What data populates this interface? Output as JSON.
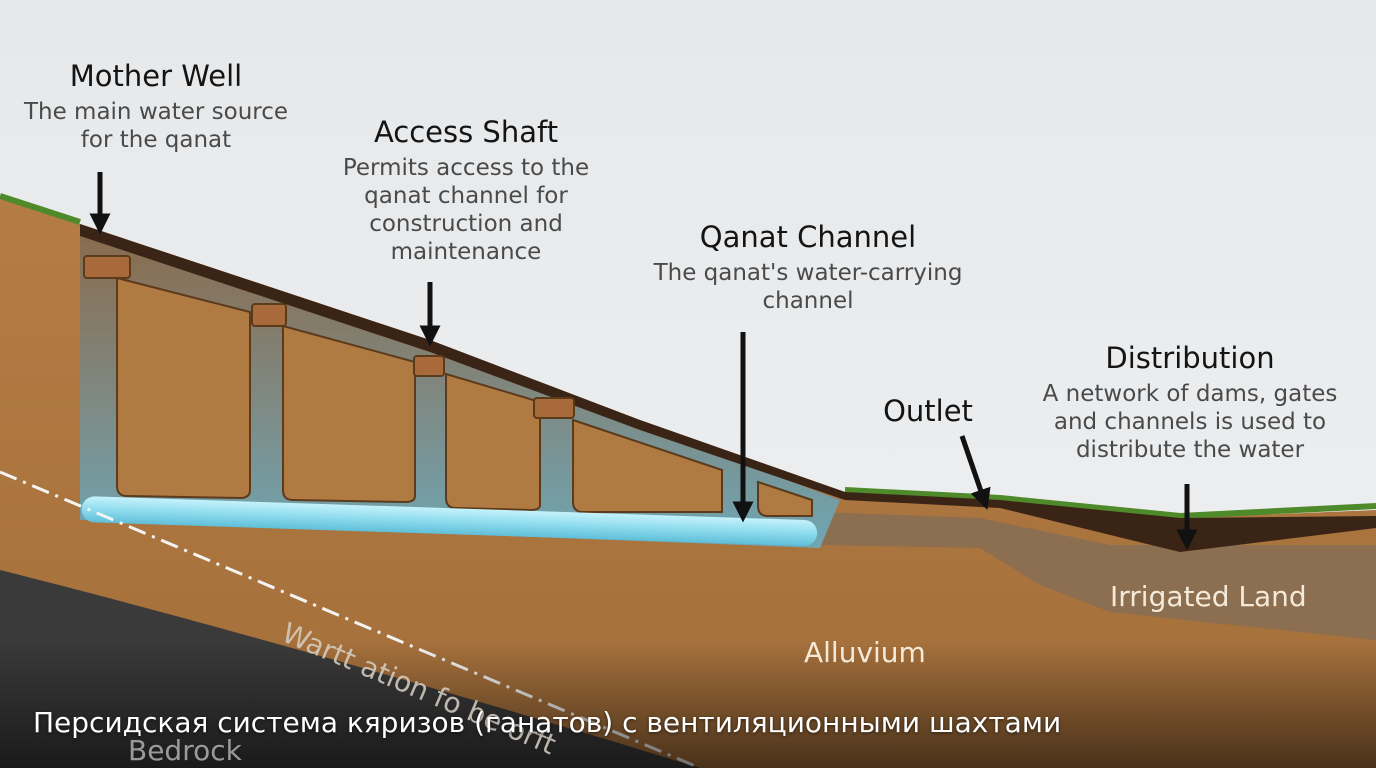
{
  "labels": {
    "mother_well": {
      "title": "Mother Well",
      "desc": [
        "The main water source",
        "for the qanat"
      ]
    },
    "access_shaft": {
      "title": "Access Shaft",
      "desc": [
        "Permits access to the",
        "qanat channel for",
        "construction and",
        "maintenance"
      ]
    },
    "qanat_channel": {
      "title": "Qanat Channel",
      "desc": [
        "The qanat's water-carrying",
        "channel"
      ]
    },
    "outlet": {
      "title": "Outlet"
    },
    "distribution": {
      "title": "Distribution",
      "desc": [
        "A network of dams, gates",
        "and channels is used to",
        "distribute the water"
      ]
    }
  },
  "ground": {
    "irrigated_land": "Irrigated Land",
    "alluvium": "Alluvium",
    "water_table": "Wartt ation fo be orft",
    "bedrock": "Bedrock"
  },
  "caption": "Персидская система кяризов (ганатов) с вентиляционными шахтами",
  "colors": {
    "sky": "#e9ecef",
    "grass": "#4f8a2a",
    "soil": "#b07a43",
    "soil_dark": "#3a2416",
    "water": "#8fdcee",
    "bedrock": "#3a3a3a",
    "arrow": "#111111"
  }
}
